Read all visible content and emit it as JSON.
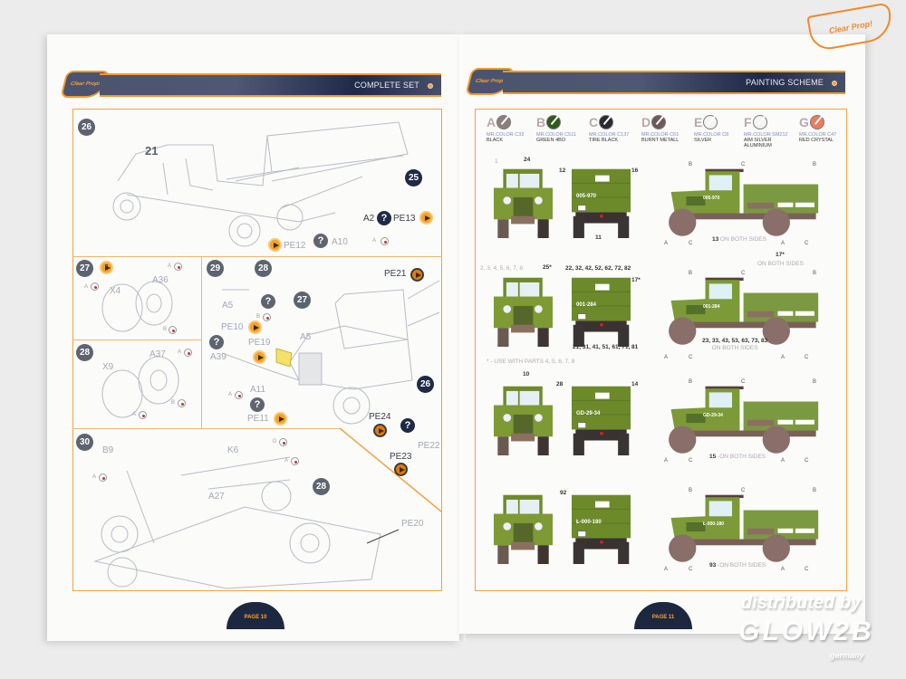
{
  "brand": {
    "logo_text": "Clear Prop!"
  },
  "left_page": {
    "header_title": "COMPLETE SET",
    "page_label": "PAGE 10",
    "steps": {
      "s26": {
        "num": "26",
        "labels": {
          "part21": "21",
          "sub25": "25",
          "a2": "A2",
          "pe13": "PE13",
          "pe12": "PE12",
          "a10": "A10",
          "a": "A",
          "q": "?"
        }
      },
      "s27": {
        "num": "27",
        "qty": "2",
        "labels": {
          "a36": "A36",
          "x4": "X4",
          "a": "A",
          "b": "B"
        }
      },
      "s28": {
        "num": "28",
        "labels": {
          "a37": "A37",
          "x9": "X9",
          "a": "A",
          "b": "B"
        }
      },
      "s29": {
        "num": "29",
        "sub28": "28",
        "sub27": "27",
        "sub26": "26",
        "labels": {
          "pe21": "PE21",
          "a5": "A5",
          "pe10": "PE10",
          "pe19": "PE19",
          "a39": "A39",
          "a11": "A11",
          "pe11": "PE11",
          "pe24": "PE24",
          "pe22": "PE22",
          "pe23": "PE23",
          "a": "A",
          "b": "B",
          "q": "?"
        }
      },
      "s30": {
        "num": "30",
        "sub28": "28",
        "labels": {
          "b9": "B9",
          "k6": "K6",
          "a27": "A27",
          "pe20": "PE20",
          "a": "A",
          "d": "D"
        }
      }
    }
  },
  "right_page": {
    "header_title": "PAINTING SCHEME",
    "page_label": "PAGE 11",
    "colors": [
      {
        "letter": "A",
        "code": "MR.COLOR C33",
        "name": "BLACK",
        "hex": "#8c7f7c"
      },
      {
        "letter": "B",
        "code": "MR.COLOR C511",
        "name": "GREEN 4BO",
        "hex": "#2f5a1a"
      },
      {
        "letter": "C",
        "code": "MR.COLOR C137",
        "name": "TIRE BLACK",
        "hex": "#2a2a33"
      },
      {
        "letter": "D",
        "code": "MR.COLOR C61",
        "name": "BURNT METALL",
        "hex": "#6e5a58"
      },
      {
        "letter": "E",
        "code": "MR.COLOR C8",
        "name": "SILVER",
        "hex": "#f4f4f4"
      },
      {
        "letter": "F",
        "code": "MR.COLOR SM212",
        "name": "AIM SILVER ALUMINIUM",
        "hex": "#f4f4f4"
      },
      {
        "letter": "G",
        "code": "MR.COLOR C47",
        "name": "RED CRYSTAL",
        "hex": "#f07a5a"
      }
    ],
    "schemes": [
      {
        "front": [
          "1",
          "24"
        ],
        "rear": [
          "12",
          "16",
          "11"
        ],
        "plate": "005-970",
        "side": "13",
        "side_note": "ON BOTH SIDES"
      },
      {
        "front": [
          "2, 3, 4, 5, 6, 7, 8",
          "25*"
        ],
        "rear": [
          "22, 32, 42, 52, 62, 72, 82",
          "17*",
          "21, 31, 41, 51, 61, 71, 81"
        ],
        "plate": "001-284",
        "side": "23, 33, 43, 53, 63, 73, 83",
        "side_note": "ON BOTH SIDES",
        "top": "17*",
        "top_note": "ON BOTH SIDES",
        "footnote": "* - USE WITH PARTS 4, 5, 6, 7, 8"
      },
      {
        "front": [
          "10"
        ],
        "rear": [
          "28",
          "14"
        ],
        "plate": "GD-29-34",
        "side": "15",
        "side_note": "-ON BOTH SIDES"
      },
      {
        "front": [],
        "rear": [
          "92"
        ],
        "plate": "Ł-000-180",
        "side": "93",
        "side_note": "-ON BOTH SIDES"
      }
    ],
    "markers": {
      "a": "A",
      "b": "B",
      "c": "C"
    }
  },
  "watermark": {
    "line1": "distributed by",
    "line2": "GLOW2B",
    "line3": "germany"
  }
}
